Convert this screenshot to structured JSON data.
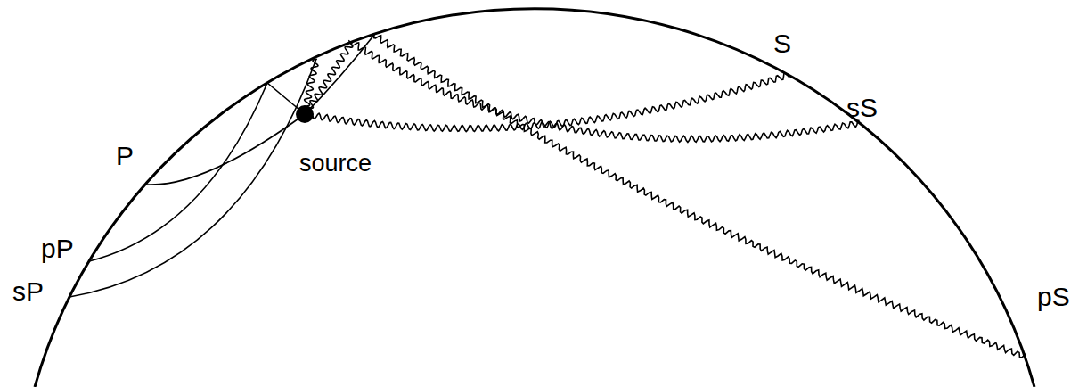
{
  "diagram": {
    "labels": [
      "S",
      "sS",
      "P",
      "source",
      "pP",
      "sP",
      "pS"
    ]
  }
}
